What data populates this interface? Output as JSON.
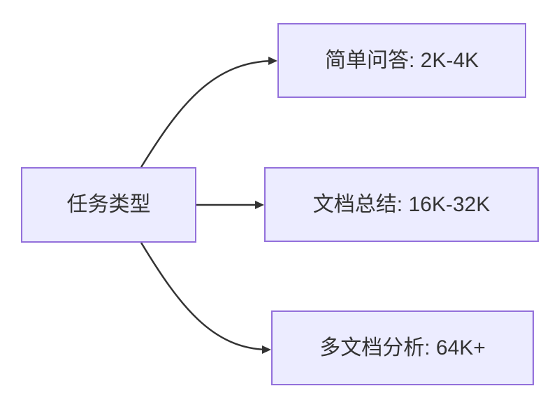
{
  "diagram": {
    "type": "flowchart",
    "direction": "left-to-right",
    "root": {
      "id": "task-type",
      "label": "任务类型"
    },
    "nodes": [
      {
        "id": "simple-qa",
        "label": "简单问答: 2K-4K"
      },
      {
        "id": "doc-summary",
        "label": "文档总结: 16K-32K"
      },
      {
        "id": "multi-doc",
        "label": "多文档分析: 64K+"
      }
    ],
    "edges": [
      {
        "from": "task-type",
        "to": "simple-qa"
      },
      {
        "from": "task-type",
        "to": "doc-summary"
      },
      {
        "from": "task-type",
        "to": "multi-doc"
      }
    ],
    "colors": {
      "background": "#ffffff",
      "node_fill": "#ECECFF",
      "node_border": "#9370DB",
      "edge_stroke": "#333333",
      "text": "#333333"
    }
  }
}
